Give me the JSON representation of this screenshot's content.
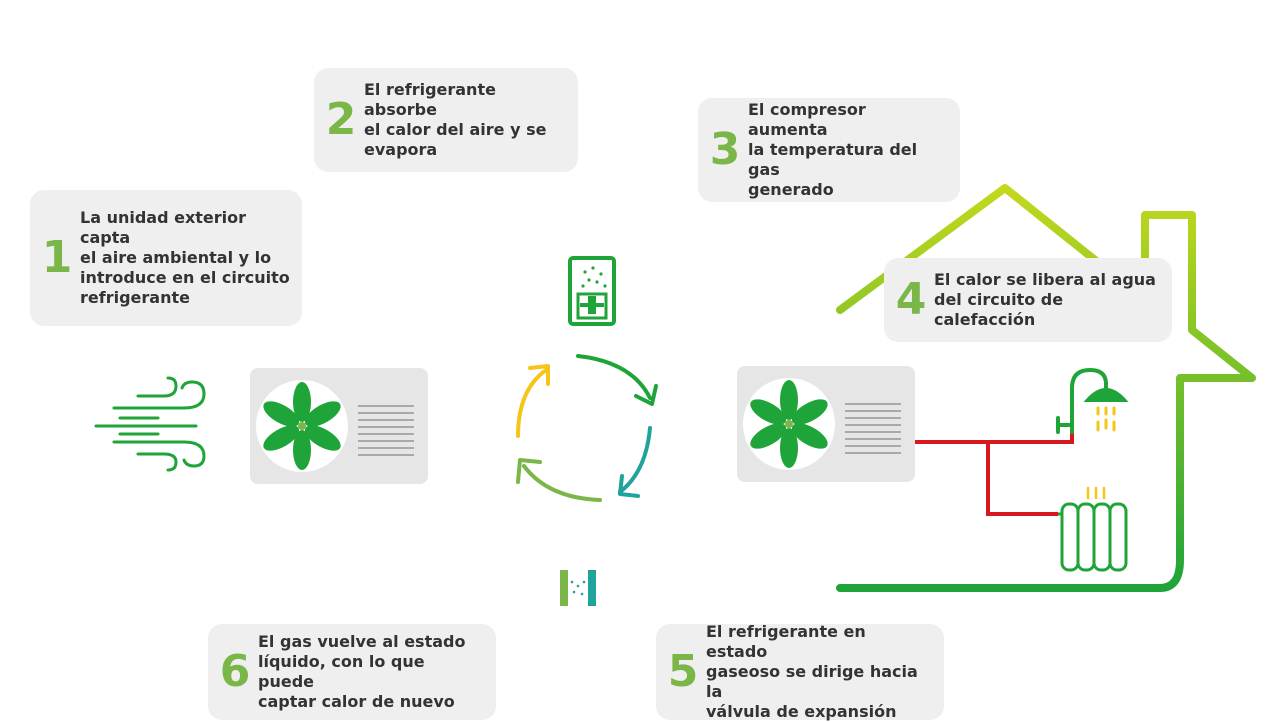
{
  "colors": {
    "accent_number": "#7ab648",
    "pipe_yellow": "#f5c518",
    "pipe_green": "#1fa43a",
    "pipe_teal": "#1fa39a",
    "pipe_lime": "#a8cd1f",
    "hot_line": "#d7191f",
    "box_bg": "#efefef",
    "text": "#333333"
  },
  "icons": [
    "wind-icon",
    "fan-icon",
    "cycle-arrows-icon",
    "compressor-icon",
    "expansion-valve-icon",
    "shower-icon",
    "radiator-icon",
    "house-outline"
  ],
  "steps": [
    {
      "number": "1",
      "lines": [
        "La unidad exterior capta",
        "el aire ambiental y lo",
        "introduce en el circuito",
        "refrigerante"
      ]
    },
    {
      "number": "2",
      "lines": [
        "El refrigerante absorbe",
        "el calor del aire y se",
        "evapora"
      ]
    },
    {
      "number": "3",
      "lines": [
        "El compresor aumenta",
        "la temperatura del gas",
        "generado"
      ]
    },
    {
      "number": "4",
      "lines": [
        "El calor se libera al agua",
        "del circuito de calefacción"
      ]
    },
    {
      "number": "5",
      "lines": [
        "El refrigerante en estado",
        "gaseoso se dirige hacia la",
        "válvula de expansión"
      ]
    },
    {
      "number": "6",
      "lines": [
        "El gas vuelve al estado",
        "líquido, con lo que puede",
        "captar calor de nuevo"
      ]
    }
  ]
}
